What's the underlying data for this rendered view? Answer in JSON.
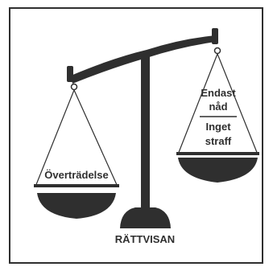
{
  "left_pan": {
    "label": "Överträdelse"
  },
  "right_pan": {
    "line1": "Endast",
    "line2": "nåd",
    "line3": "Inget",
    "line4": "straff"
  },
  "base": {
    "label": "RÄTTVISAN"
  },
  "colors": {
    "ink": "#2f2f2f",
    "paper": "#ffffff"
  }
}
